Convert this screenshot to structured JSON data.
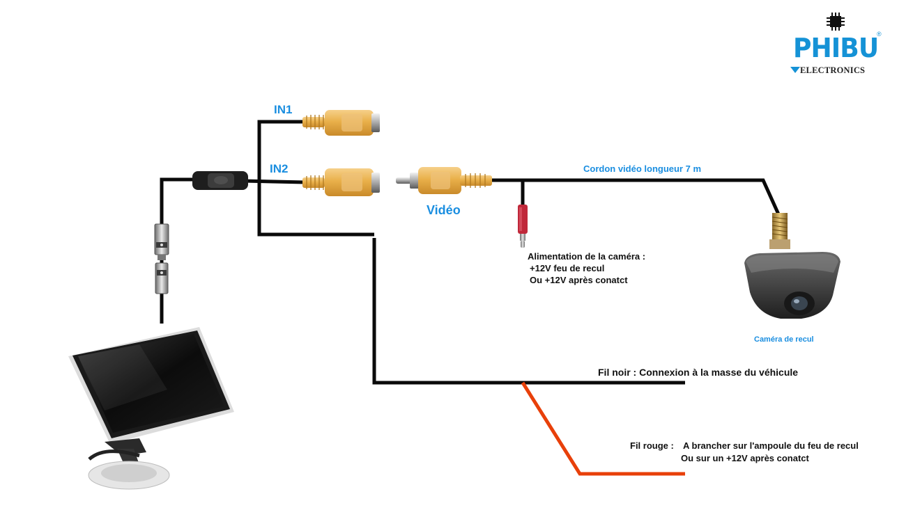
{
  "logo": {
    "brand": "PHIBU",
    "registered": "®",
    "subtitle": "ELECTRONICS"
  },
  "labels": {
    "in1": "IN1",
    "in2": "IN2",
    "video": "Vidéo",
    "cable": "Cordon vidéo longueur 7 m",
    "power_title": "Alimentation de la caméra :",
    "power_line1": "+12V feu de recul",
    "power_line2": "Ou +12V après conatct",
    "camera": "Caméra de recul",
    "black_wire": "Fil noir : Connexion à la masse du véhicule",
    "red_wire_title": "Fil rouge :",
    "red_wire_line1": "A brancher sur l'ampoule du feu de recul",
    "red_wire_line2": "Ou sur un +12V après conatct"
  },
  "colors": {
    "wire_black": "#0a0a0a",
    "wire_red": "#e8400a",
    "connector_yellow": "#e8b24a",
    "label_blue": "#1a8ee0",
    "logo_blue": "#1592d6"
  }
}
